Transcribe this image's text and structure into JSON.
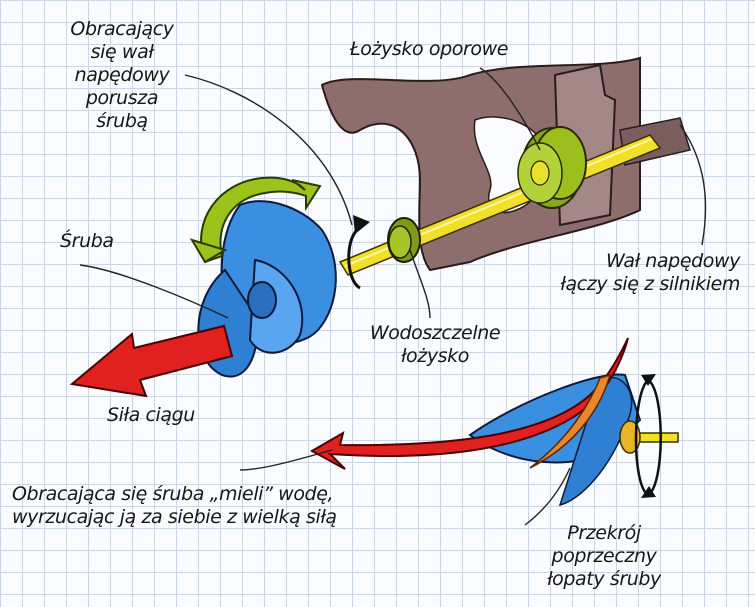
{
  "labels": {
    "rotating_shaft": [
      "Obracający",
      "się wał",
      "napędowy",
      "porusza",
      "śrubą"
    ],
    "thrust_bearing": "Łożysko oporowe",
    "propeller": "Śruba",
    "drive_shaft_engine": [
      "Wał napędowy",
      "łączy się z silnikiem"
    ],
    "watertight_bearing": [
      "Wodoszczelne",
      "łożysko"
    ],
    "thrust_force": "Siła ciągu",
    "churning": [
      "Obracająca się śruba „mieli” wodę,",
      "wyrzucając ją za siebie z wielką siłą"
    ],
    "blade_cross_section": [
      "Przekrój",
      "poprzeczny",
      "łopaty śruby"
    ]
  },
  "colors": {
    "hull": "#8d6e6d",
    "hull_outline": "#2a1c1c",
    "shaft": "#f2df2a",
    "bearing": "#9cbf1e",
    "propeller": "#3b8fe0",
    "rotation_arrow": "#9cc21c",
    "thrust_arrow": "#e0211f",
    "blade_section": "#e8882a",
    "grid_line": "#c9d6ea",
    "text": "#161616"
  },
  "icons": [
    "rotation-arrow-icon",
    "thrust-arrow-icon",
    "water-flow-arrow-icon",
    "rotation-circle-icon"
  ]
}
